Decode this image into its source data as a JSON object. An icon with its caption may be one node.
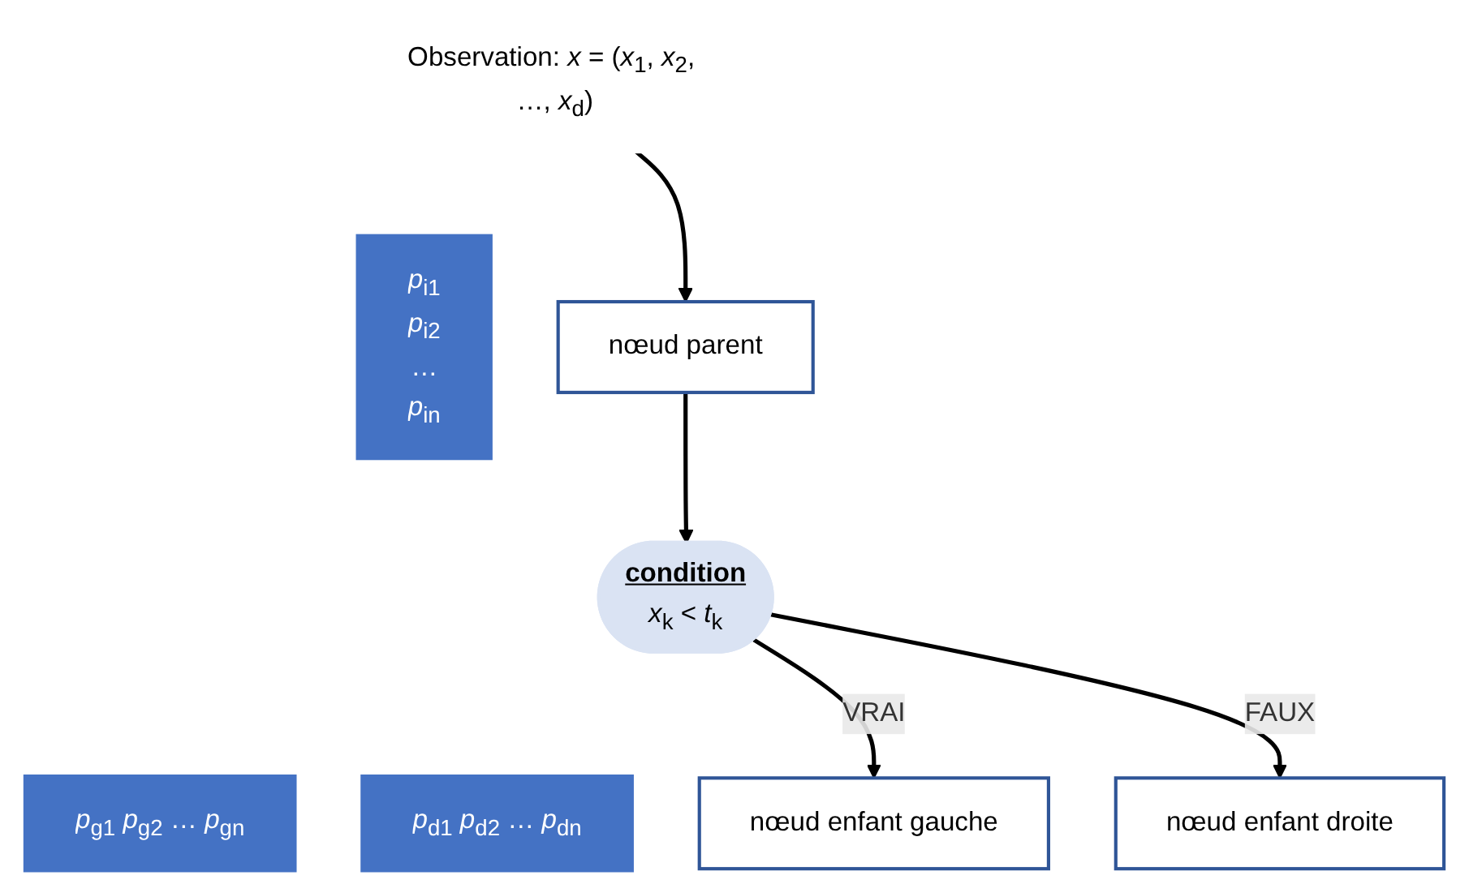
{
  "diagram": {
    "nodes": [
      {
        "text": [
          "Observation: *x* = (*x*$_{1}$, *x*$_{2}$, …, *x*$_{d}$)"
        ]
      },
      {
        "text": [
          "*p*$_{i1}$ *p*$_{i2}$ … *p*$_{in}$"
        ]
      },
      {
        "text": [
          "nœud parent"
        ]
      },
      {
        "text": [
          "condition",
          "*x*$_{k}$ < *t*$_{k}$"
        ]
      },
      {
        "text": [
          "*p*$_{g1}$ *p*$_{g2}$ … *p*$_{gn}$"
        ]
      },
      {
        "text": [
          "nœud enfant gauche"
        ]
      },
      {
        "text": [
          "*p*$_{d1}$ *p*$_{d2}$ … *p*$_{dn}$"
        ]
      },
      {
        "text": [
          "nœud enfant droite"
        ]
      }
    ],
    "edges": [
      {
        "from": 0,
        "to": 2,
        "arrow": "to"
      },
      {
        "from": 2,
        "to": 3,
        "arrow": "to"
      },
      {
        "from": 3,
        "to": 5,
        "arrow": "to",
        "label": "VRAI"
      },
      {
        "from": 3,
        "to": 7,
        "arrow": "to",
        "label": "FAUX"
      }
    ]
  }
}
